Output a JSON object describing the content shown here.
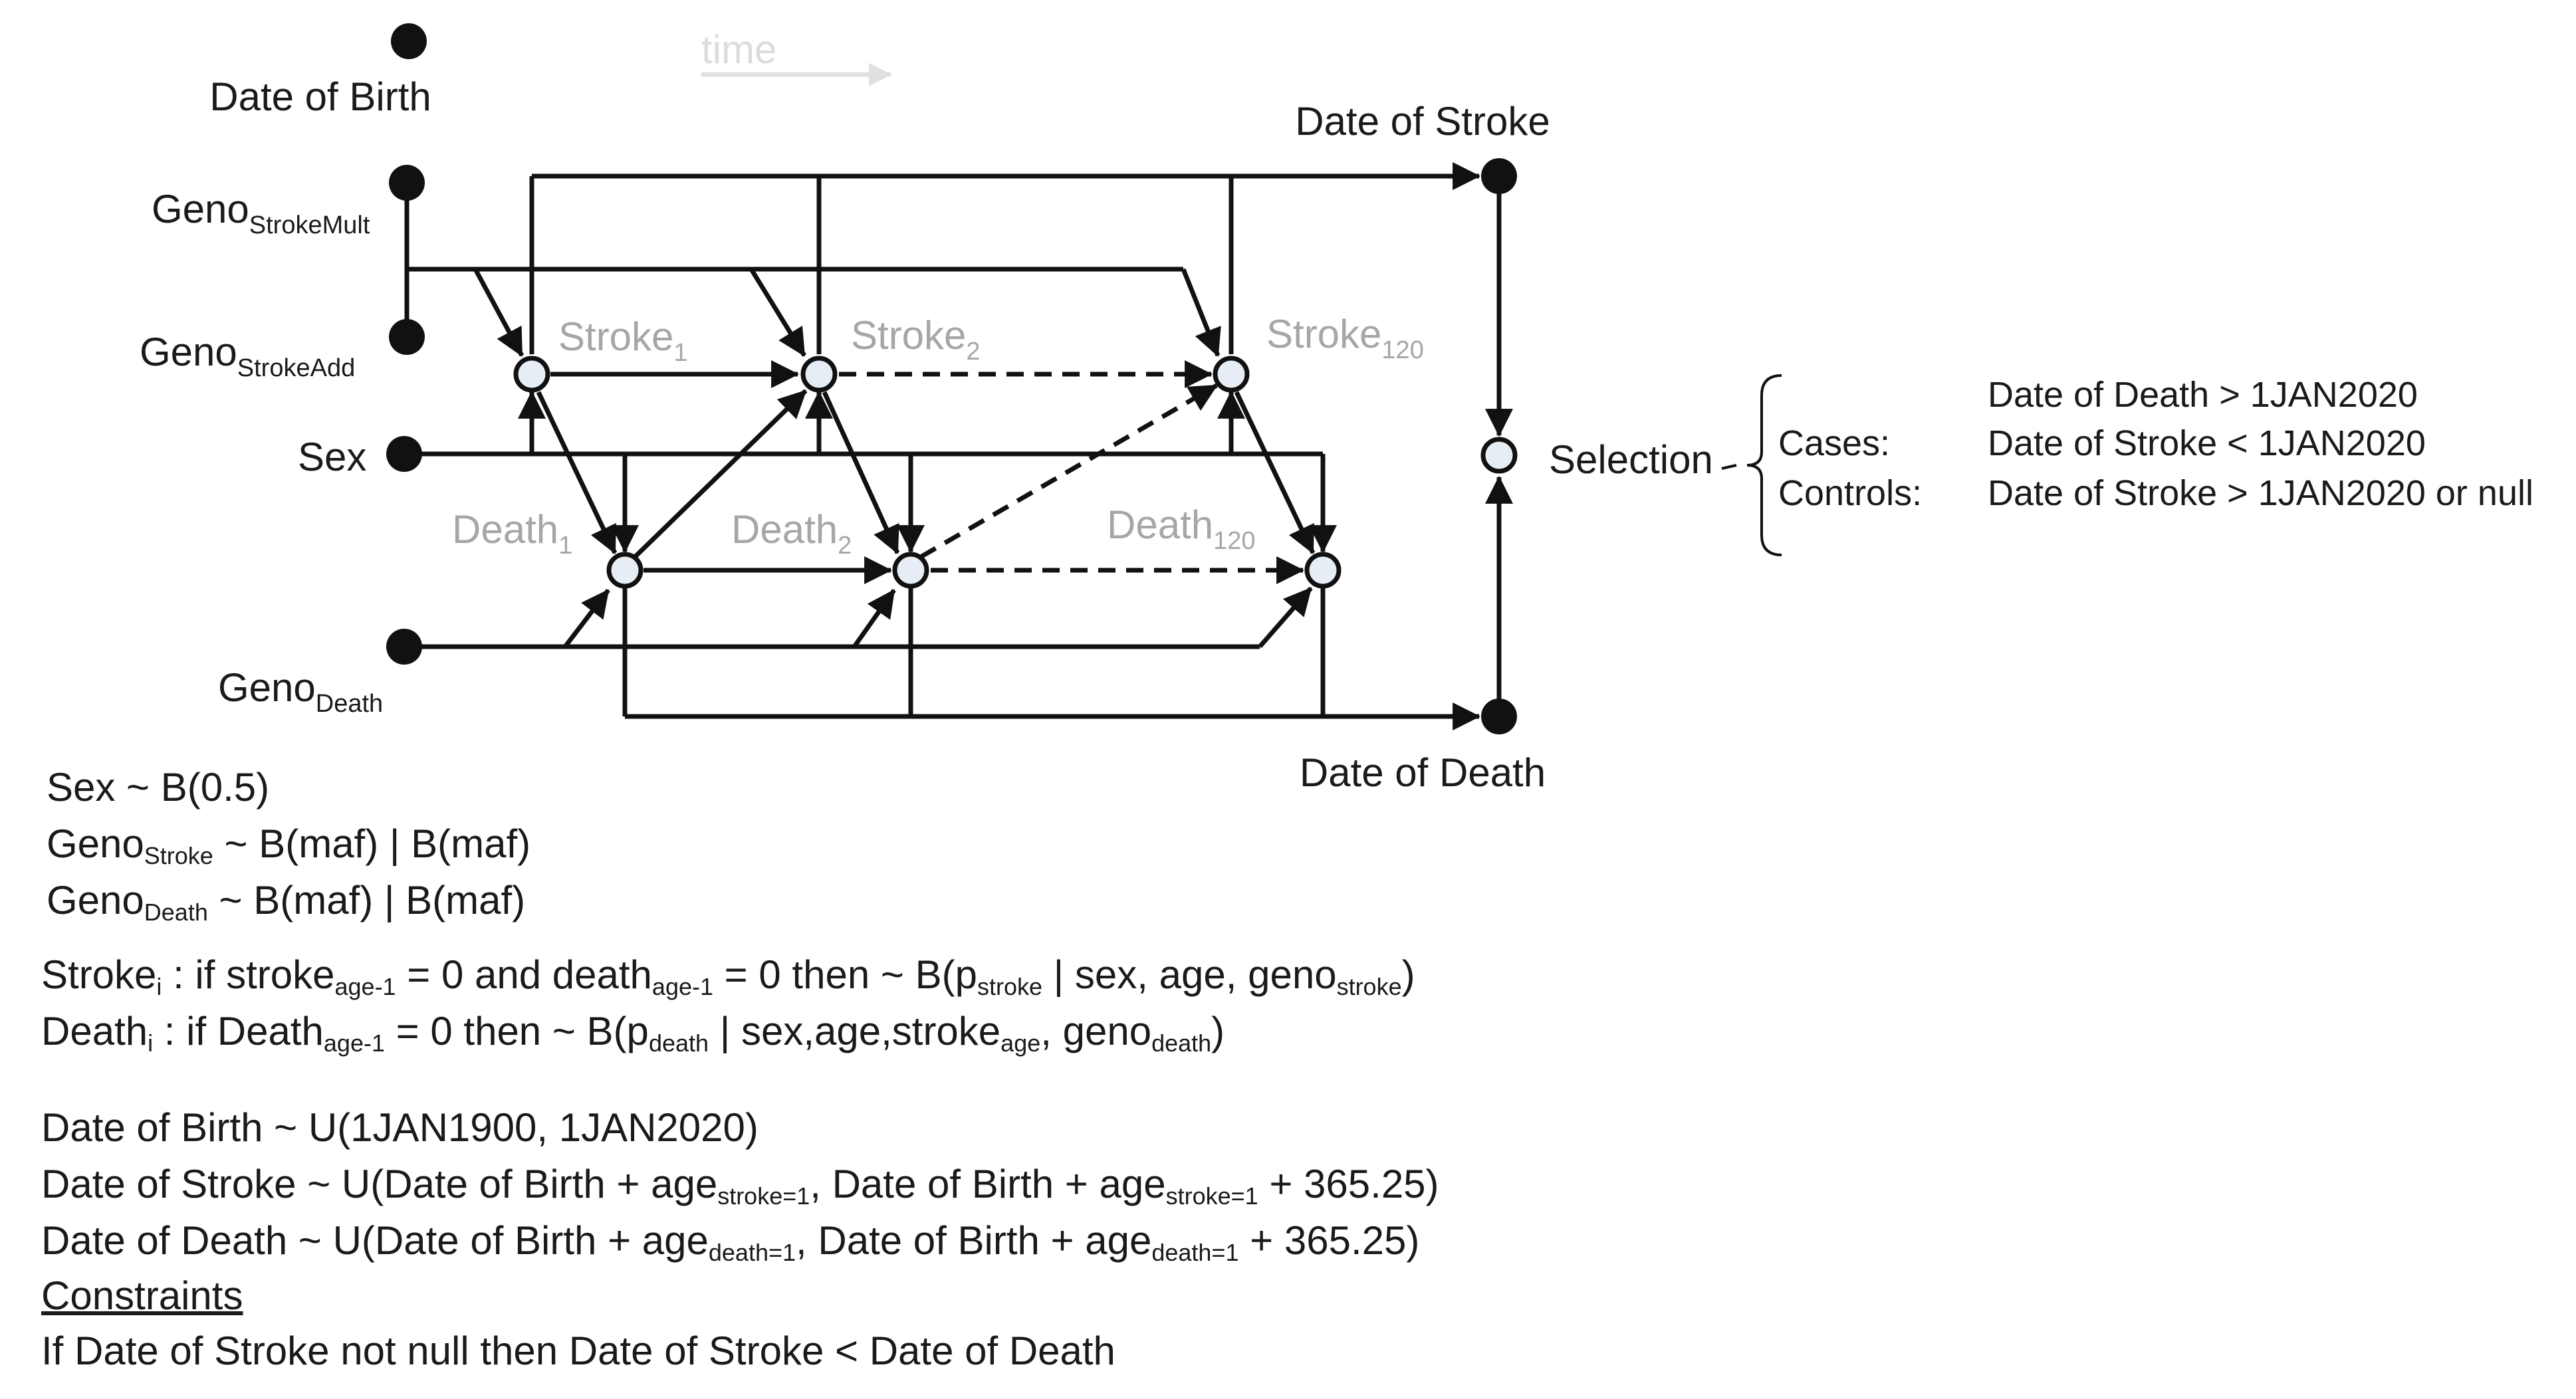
{
  "diagram": {
    "nodes": {
      "date_of_birth": "Date of Birth",
      "geno_stroke_mult": {
        "base": "Geno",
        "sub": "StrokeMult"
      },
      "geno_stroke_add": {
        "base": "Geno",
        "sub": "StrokeAdd"
      },
      "sex": "Sex",
      "geno_death": {
        "base": "Geno",
        "sub": "Death"
      },
      "date_of_stroke": "Date of Stroke",
      "date_of_death": "Date of Death",
      "selection": "Selection",
      "stroke1": {
        "base": "Stroke",
        "sub": "1"
      },
      "stroke2": {
        "base": "Stroke",
        "sub": "2"
      },
      "stroke120": {
        "base": "Stroke",
        "sub": "120"
      },
      "death1": {
        "base": "Death",
        "sub": "1"
      },
      "death2": {
        "base": "Death",
        "sub": "2"
      },
      "death120": {
        "base": "Death",
        "sub": "120"
      }
    },
    "time_label": "time",
    "selection_criteria": {
      "all": "Date of Death > 1JAN2020",
      "cases_label": "Cases:",
      "cases": "Date of Stroke < 1JAN2020",
      "controls_label": "Controls:",
      "controls": "Date of Stroke > 1JAN2020 or null"
    },
    "colors": {
      "line": "#111111",
      "open_node_fill": "#e6edf5",
      "faded_label": "#a6a6a6",
      "time_arrow": "#e0e0e0"
    }
  },
  "formulas": {
    "sex": "Sex ~ B(0.5)",
    "geno_stroke": {
      "a": "Geno",
      "sub": "Stroke",
      "b": " ~ B(maf) | B(maf)"
    },
    "geno_death": {
      "a": "Geno",
      "sub": "Death",
      "b": " ~ B(maf) | B(maf)"
    },
    "stroke_i": {
      "p1": "Stroke",
      "s1": "i",
      "p2": " : if stroke",
      "s2": "age-1",
      "p3": " = 0 and death",
      "s3": "age-1",
      "p4": " = 0 then ~ B(p",
      "s4": "stroke",
      "p5": " | sex, age, geno",
      "s5": "stroke",
      "p6": ")"
    },
    "death_i": {
      "p1": "Death",
      "s1": "i",
      "p2": " : if Death",
      "s2": "age-1",
      "p3": " = 0 then ~ B(p",
      "s3": "death",
      "p4": " | sex,age,stroke",
      "s4": "age",
      "p5": ", geno",
      "s5": "death",
      "p6": ")"
    },
    "date_of_birth": "Date of Birth ~ U(1JAN1900, 1JAN2020)",
    "date_of_stroke": {
      "p1": "Date of Stroke ~ U(Date of Birth + age",
      "s1": "stroke=1",
      "p2": ", Date of Birth + age",
      "s2": "stroke=1",
      "p3": " + 365.25)"
    },
    "date_of_death": {
      "p1": "Date of Death ~ U(Date of Birth + age",
      "s1": "death=1",
      "p2": ", Date of Birth + age",
      "s2": "death=1",
      "p3": " + 365.25)"
    },
    "constraints_heading": "Constraints",
    "constraint": "If Date of Stroke not null then Date of Stroke < Date of Death"
  }
}
